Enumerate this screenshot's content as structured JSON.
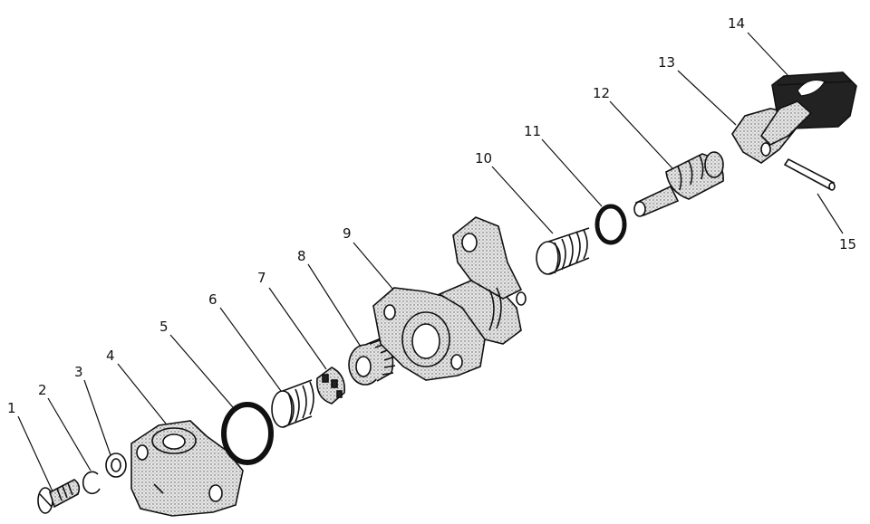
{
  "diagram": {
    "labels": [
      "1",
      "2",
      "3",
      "4",
      "5",
      "6",
      "7",
      "8",
      "9",
      "10",
      "11",
      "12",
      "13",
      "14",
      "15"
    ],
    "colors": {
      "ink": "#111111",
      "stipple": "#d9d9d9",
      "dark": "#222222",
      "background": "#ffffff"
    }
  }
}
